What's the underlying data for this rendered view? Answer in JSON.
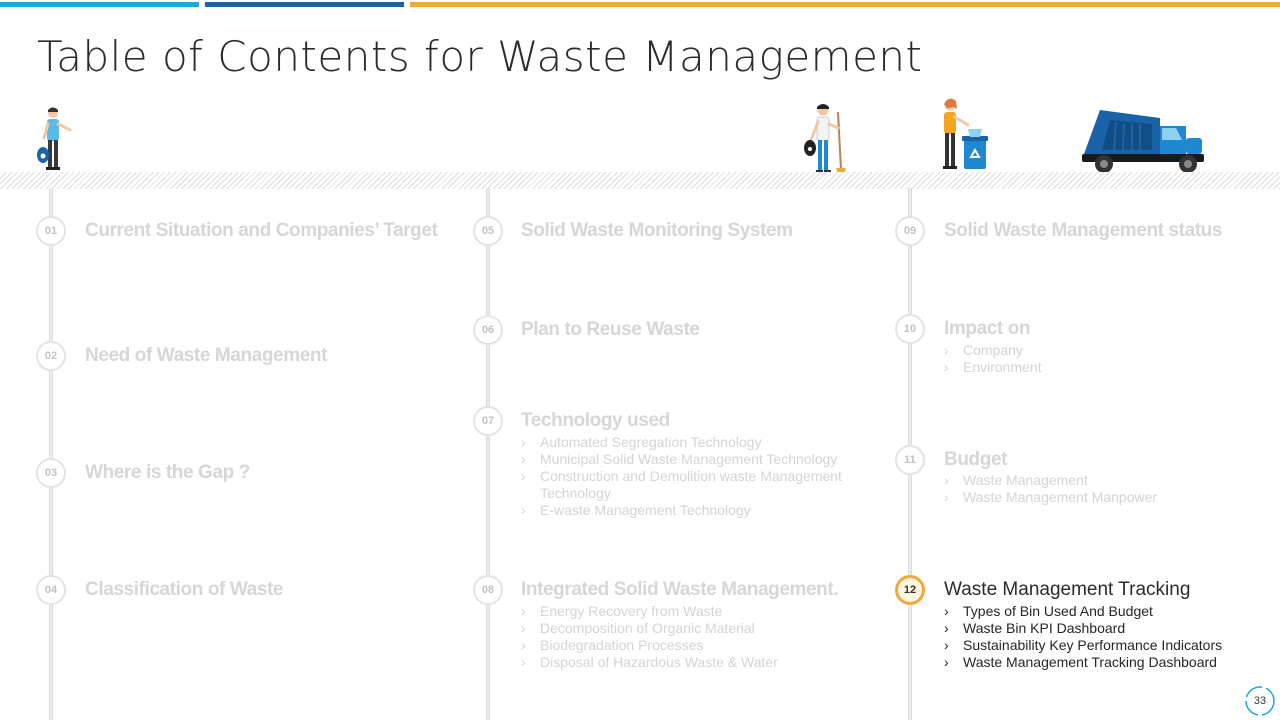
{
  "slide": {
    "title": "Table of Contents for Waste Management",
    "page_number": "33",
    "colors": {
      "bar_light_blue": "#1ea7dd",
      "bar_dark_blue": "#1a63a8",
      "bar_orange": "#f0a93a",
      "active_accent": "#f0a93a"
    }
  },
  "illustrations": [
    "person-with-bag-icon",
    "person-with-broom-icon",
    "person-with-recycle-bin-icon",
    "garbage-truck-icon"
  ],
  "items": [
    {
      "num": "01",
      "title": "Current Situation and Companies’ Target",
      "subs": []
    },
    {
      "num": "02",
      "title": "Need of Waste Management",
      "subs": []
    },
    {
      "num": "03",
      "title": "Where is the Gap ?",
      "subs": []
    },
    {
      "num": "04",
      "title": "Classification of Waste",
      "subs": []
    },
    {
      "num": "05",
      "title": "Solid Waste Monitoring System",
      "subs": []
    },
    {
      "num": "06",
      "title": "Plan to Reuse Waste",
      "subs": []
    },
    {
      "num": "07",
      "title": "Technology used",
      "subs": [
        "Automated Segregation Technology",
        "Municipal Solid Waste Management Technology",
        "Construction and Demolition waste Management Technology",
        "E-waste Management Technology"
      ]
    },
    {
      "num": "08",
      "title": "Integrated Solid Waste Management.",
      "subs": [
        "Energy Recovery from Waste",
        "Decomposition of Organic Material",
        "Biodegradation Processes",
        "Disposal of Hazardous Waste & Water"
      ]
    },
    {
      "num": "09",
      "title": "Solid Waste Management status",
      "subs": []
    },
    {
      "num": "10",
      "title": "Impact on",
      "subs": [
        "Company",
        "Environment"
      ]
    },
    {
      "num": "11",
      "title": "Budget",
      "subs": [
        "Waste Management",
        "Waste Management Manpower"
      ]
    },
    {
      "num": "12",
      "title": "Waste Management Tracking",
      "subs": [
        "Types of Bin Used And Budget",
        "Waste Bin KPI Dashboard",
        "Sustainability Key Performance Indicators",
        "Waste Management Tracking Dashboard"
      ],
      "active": true
    }
  ]
}
